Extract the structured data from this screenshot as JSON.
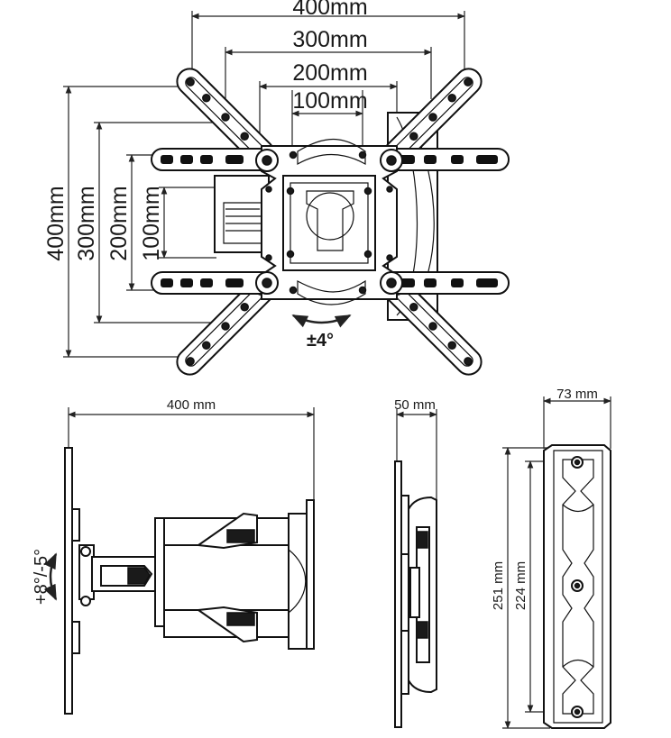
{
  "front_view": {
    "width_labels": [
      "400mm",
      "300mm",
      "200mm",
      "100mm"
    ],
    "height_labels": [
      "400mm",
      "300mm",
      "200mm",
      "100mm"
    ],
    "tilt_rotation_label": "±4°"
  },
  "side_view": {
    "width_label": "400 mm",
    "tilt_label": "+8°/-5°"
  },
  "profile_view": {
    "depth_label": "50 mm"
  },
  "wall_plate_view": {
    "width_label": "73 mm",
    "height_label": "251 mm",
    "hole_spacing_label": "224 mm"
  },
  "colors": {
    "line": "#111111",
    "background": "#ffffff"
  }
}
